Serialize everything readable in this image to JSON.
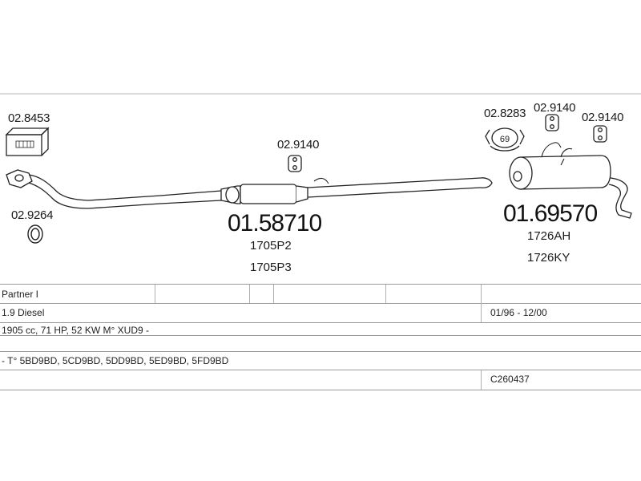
{
  "parts": {
    "clamp_box": "02.8453",
    "gasket": "02.9264",
    "hanger_mid": "02.9140",
    "clamp_69": "02.8283",
    "hanger_rear_a": "02.9140",
    "hanger_rear_b": "02.9140",
    "clamp_69_label": "69"
  },
  "mid_pipe": {
    "code": "01.58710",
    "refs": [
      "1705P2",
      "1705P3"
    ]
  },
  "rear_silencer": {
    "code": "01.69570",
    "refs": [
      "1726AH",
      "1726KY"
    ]
  },
  "table": {
    "model": "Partner I",
    "engine": "1.9 Diesel",
    "dates": "01/96 - 12/00",
    "spec": "1905 cc, 71 HP, 52 KW M° XUD9 -",
    "types": "- T° 5BD9BD, 5CD9BD, 5DD9BD, 5ED9BD, 5FD9BD",
    "catalog": "C260437"
  }
}
